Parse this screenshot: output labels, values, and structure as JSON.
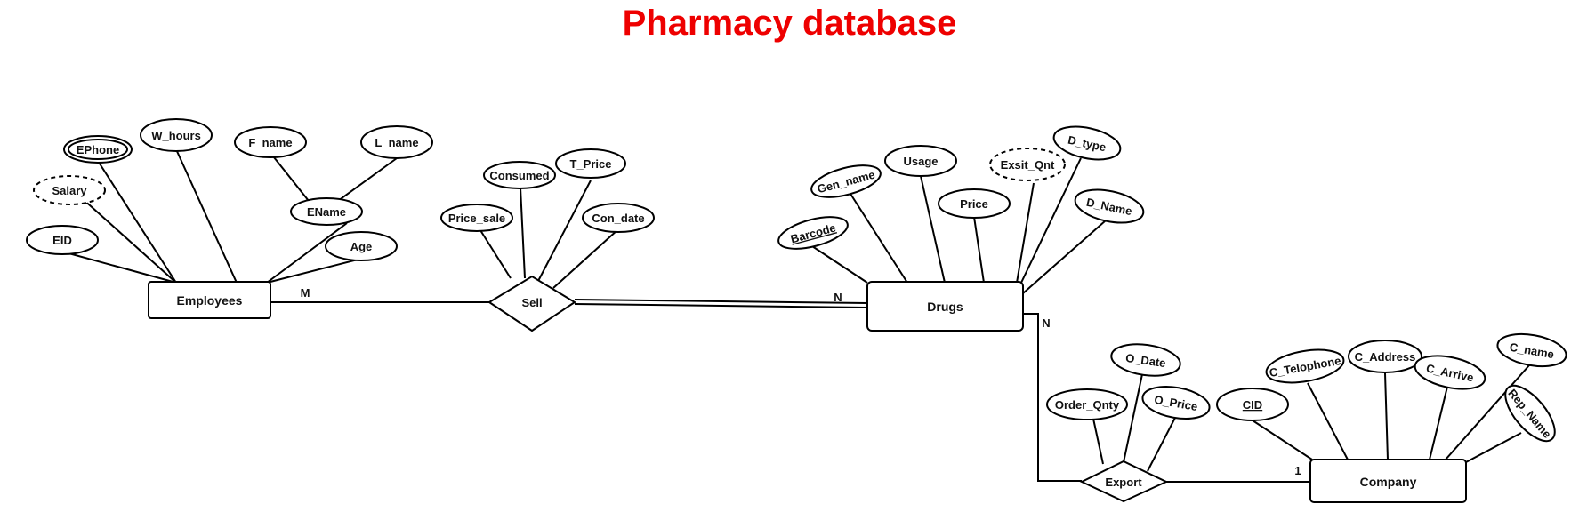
{
  "title": "Pharmacy database",
  "diagram": {
    "entities": {
      "employees": "Employees",
      "drugs": "Drugs",
      "company": "Company"
    },
    "relationships": {
      "sell": "Sell",
      "export": "Export"
    },
    "attributes": {
      "ephone": "EPhone",
      "w_hours": "W_hours",
      "f_name": "F_name",
      "l_name": "L_name",
      "salary": "Salary",
      "ename": "EName",
      "eid": "EID",
      "age": "Age",
      "consumed": "Consumed",
      "t_price": "T_Price",
      "price_sale": "Price_sale",
      "con_date": "Con_date",
      "gen_name": "Gen_name",
      "usage": "Usage",
      "exsit_qnt": "Exsit_Qnt",
      "d_type": "D_type",
      "price": "Price",
      "d_name": "D_Name",
      "barcode": "Barcode",
      "o_date": "O_Date",
      "order_qnty": "Order_Qnty",
      "o_price": "O_Price",
      "cid": "CID",
      "c_telophone": "C_Telophone",
      "c_address": "C_Address",
      "c_arrive": "C_Arrive",
      "c_name": "C_name",
      "rep_name": "Rep_Name"
    },
    "cardinalities": {
      "employees_sell": "M",
      "drugs_sell": "N",
      "drugs_export": "N",
      "company_export": "1"
    }
  }
}
